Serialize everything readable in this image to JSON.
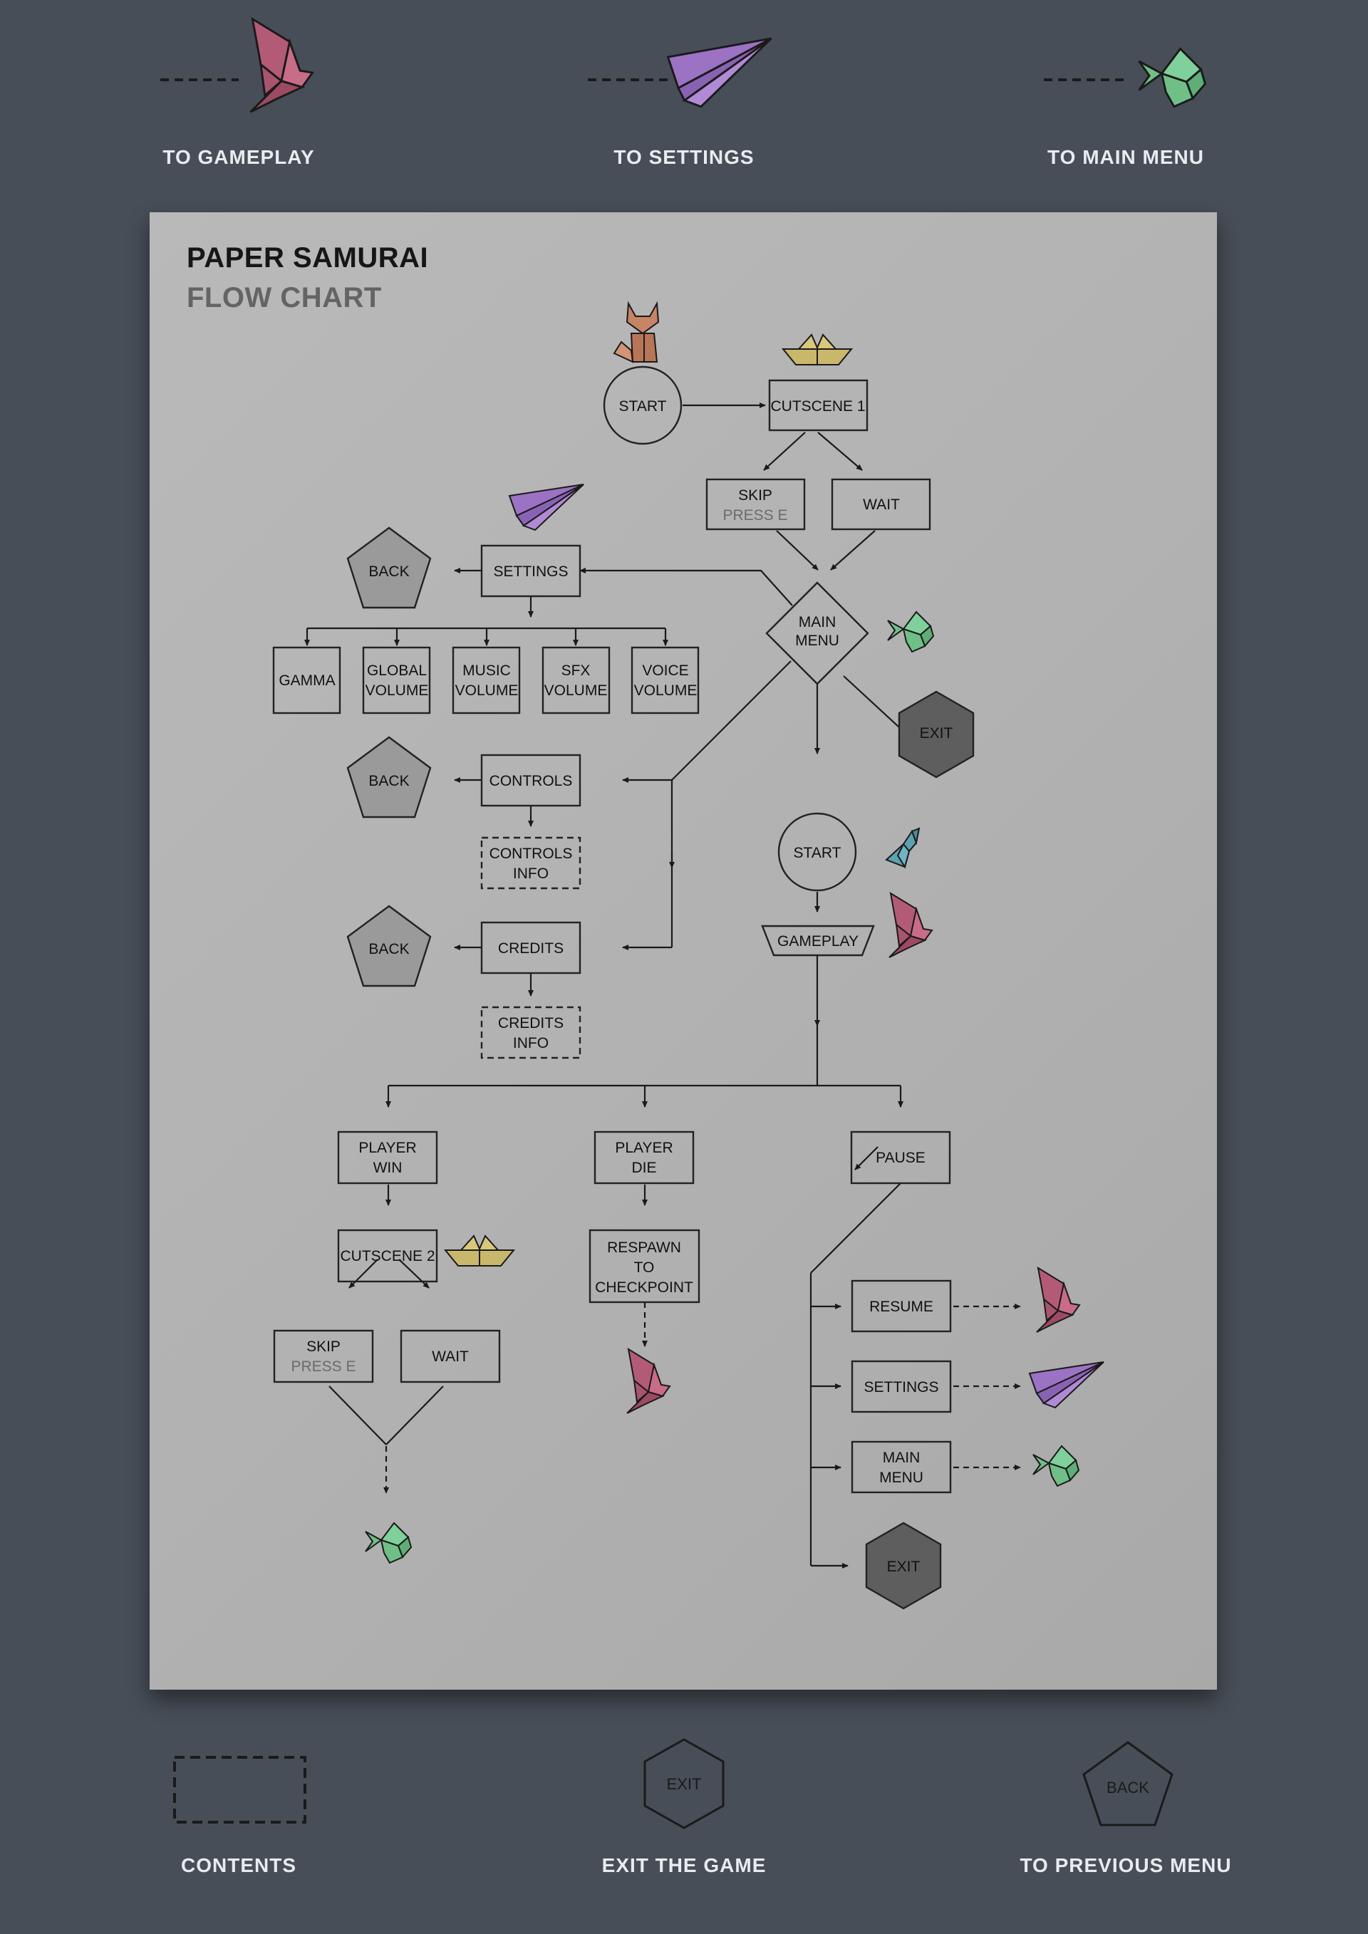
{
  "legend_top": {
    "items": [
      {
        "label": "TO GAMEPLAY",
        "icon": "bird-icon",
        "color": "#b35b76"
      },
      {
        "label": "TO SETTINGS",
        "icon": "paper-plane-icon",
        "color": "#9b72c4"
      },
      {
        "label": "TO MAIN MENU",
        "icon": "fish-icon",
        "color": "#6fbf87"
      }
    ]
  },
  "legend_bottom": {
    "items": [
      {
        "label": "CONTENTS",
        "shape": "dashed-rectangle"
      },
      {
        "label": "EXIT THE GAME",
        "shape": "hexagon",
        "shape_text": "EXIT"
      },
      {
        "label": "TO PREVIOUS MENU",
        "shape": "pentagon",
        "shape_text": "BACK"
      }
    ]
  },
  "sheet": {
    "title": "PAPER SAMURAI",
    "subtitle": "FLOW CHART"
  },
  "flow": {
    "start_1": "START",
    "cutscene_1": "CUTSCENE 1",
    "skip_1": "SKIP",
    "skip_1_hint": "PRESS E",
    "wait_1": "WAIT",
    "main_menu_line1": "MAIN",
    "main_menu_line2": "MENU",
    "exit_1": "EXIT",
    "settings": "SETTINGS",
    "back_settings": "BACK",
    "gamma": "GAMMA",
    "global_volume_1": "GLOBAL",
    "global_volume_2": "VOLUME",
    "music_volume_1": "MUSIC",
    "music_volume_2": "VOLUME",
    "sfx_volume_1": "SFX",
    "sfx_volume_2": "VOLUME",
    "voice_volume_1": "VOICE",
    "voice_volume_2": "VOLUME",
    "controls": "CONTROLS",
    "back_controls": "BACK",
    "controls_info_1": "CONTROLS",
    "controls_info_2": "INFO",
    "credits": "CREDITS",
    "back_credits": "BACK",
    "credits_info_1": "CREDITS",
    "credits_info_2": "INFO",
    "start_2": "START",
    "gameplay": "GAMEPLAY",
    "player_win_1": "PLAYER",
    "player_win_2": "WIN",
    "player_die_1": "PLAYER",
    "player_die_2": "DIE",
    "pause": "PAUSE",
    "cutscene_2": "CUTSCENE 2",
    "skip_2": "SKIP",
    "skip_2_hint": "PRESS E",
    "wait_2": "WAIT",
    "respawn_1": "RESPAWN",
    "respawn_2": "TO",
    "respawn_3": "CHECKPOINT",
    "resume": "RESUME",
    "pause_settings": "SETTINGS",
    "pause_main_menu_1": "MAIN",
    "pause_main_menu_2": "MENU",
    "exit_2": "EXIT"
  },
  "colors": {
    "background": "#474e57",
    "sheet": "#b3b3b3",
    "bird": "#b35b76",
    "plane": "#9b72c4",
    "fish": "#6fbf87",
    "boat": "#c9b86b",
    "fox": "#c88466",
    "small_bird": "#5ea1b0"
  }
}
